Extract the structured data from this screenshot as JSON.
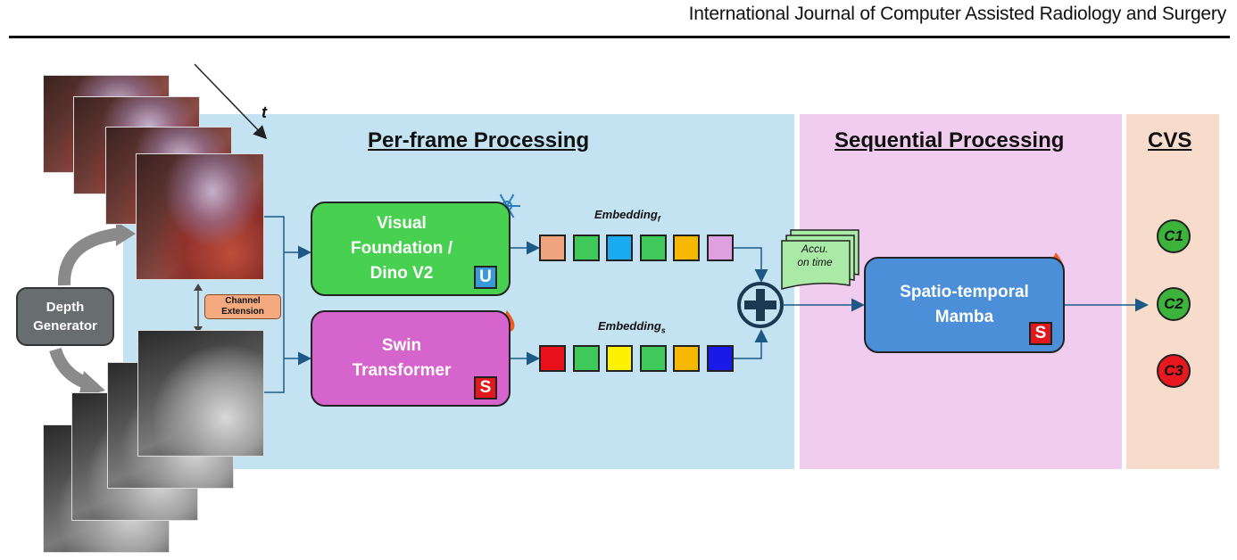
{
  "header": {
    "journal": "International Journal of Computer Assisted Radiology and Surgery"
  },
  "sections": {
    "per_frame": "Per-frame Processing",
    "sequential": "Sequential Processing",
    "cvs": "CVS"
  },
  "inputs": {
    "time_label": "t",
    "depth_generator": "Depth\nGenerator",
    "channel_extension": "Channel\nExtension"
  },
  "modules": {
    "visual": {
      "label": "Visual\nFoundation /\nDino V2",
      "badge": "U",
      "badge_color": "#3a9ad9",
      "status_icon": "snowflake-icon"
    },
    "swin": {
      "label": "Swin\nTransformer",
      "badge": "S",
      "badge_color": "#e0191f",
      "status_icon": "fire-icon"
    },
    "mamba": {
      "label": "Spatio-temporal\nMamba",
      "badge": "S",
      "badge_color": "#e0191f",
      "status_icon": "fire-icon"
    }
  },
  "embeddings": {
    "f": {
      "label": "Embedding",
      "subscript": "f",
      "colors": [
        "#f0a47e",
        "#3ec95a",
        "#1aaaf0",
        "#3ec95a",
        "#f9b800",
        "#dfa0e0"
      ]
    },
    "s": {
      "label": "Embedding",
      "subscript": "s",
      "colors": [
        "#e8111a",
        "#3ec95a",
        "#fff200",
        "#3ec95a",
        "#f9b800",
        "#1a1ae8"
      ]
    }
  },
  "accumulate": "Accu.\non time",
  "outputs": [
    {
      "label": "C1",
      "color": "#3cb43c"
    },
    {
      "label": "C2",
      "color": "#3cb43c"
    },
    {
      "label": "C3",
      "color": "#e8181e"
    }
  ],
  "colors": {
    "panel_blue": "#c3e3f3",
    "panel_pink": "#f0cdee",
    "panel_peach": "#f8dccb",
    "visual_box": "#48d050",
    "swin_box": "#d564cc",
    "mamba_box": "#4a8fd8",
    "arrow": "#1c5a85"
  }
}
